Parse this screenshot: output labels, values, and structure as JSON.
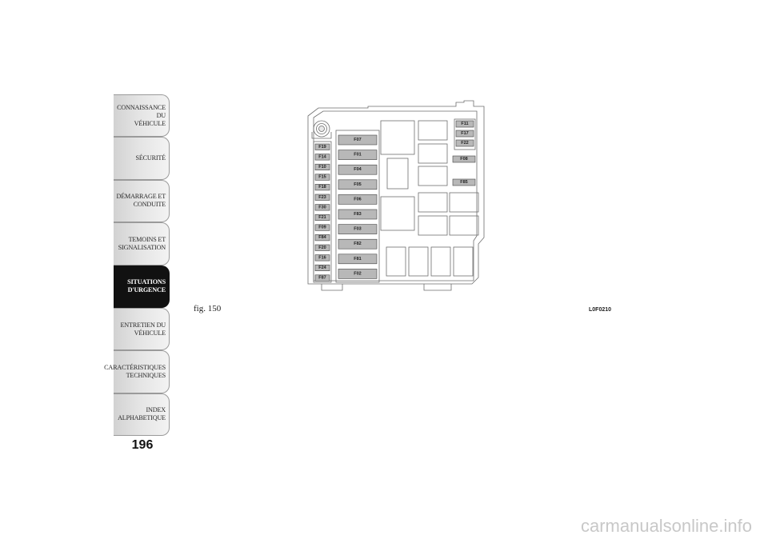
{
  "sidebar": {
    "tabs": [
      {
        "label": "CONNAISSANCE DU\nVÉHICULE",
        "active": false
      },
      {
        "label": "SÉCURITÉ",
        "active": false
      },
      {
        "label": "DÉMARRAGE ET\nCONDUITE",
        "active": false
      },
      {
        "label": "TEMOINS ET\nSIGNALISATION",
        "active": false
      },
      {
        "label": "SITUATIONS\nD'URGENCE",
        "active": true
      },
      {
        "label": "ENTRETIEN DU\nVÉHICULE",
        "active": false
      },
      {
        "label": "CARACTÉRISTIQUES\nTECHNIQUES",
        "active": false
      },
      {
        "label": "INDEX\nALPHABETIQUE",
        "active": false
      }
    ]
  },
  "page_number": "196",
  "figure": {
    "caption": "fig. 150",
    "code": "L0F0210",
    "left_column_fuses": [
      "F19",
      "F14",
      "F10",
      "F15",
      "F18",
      "F23",
      "F30",
      "F21",
      "F09",
      "F84",
      "F20",
      "F16",
      "F24",
      "F87"
    ],
    "center_column_fuses": [
      "F07",
      "F01",
      "F04",
      "F05",
      "F06",
      "F83",
      "F03",
      "F82",
      "F81",
      "F02"
    ],
    "top_right_fuses": [
      "F11",
      "F17",
      "F22"
    ],
    "right_fuses": [
      "F08",
      "F85"
    ]
  },
  "watermark": "carmanualsonline.info",
  "colors": {
    "active_tab": "#111111",
    "fuse_fill": "#b8b8b8",
    "box_stroke": "#6e6e6e"
  }
}
